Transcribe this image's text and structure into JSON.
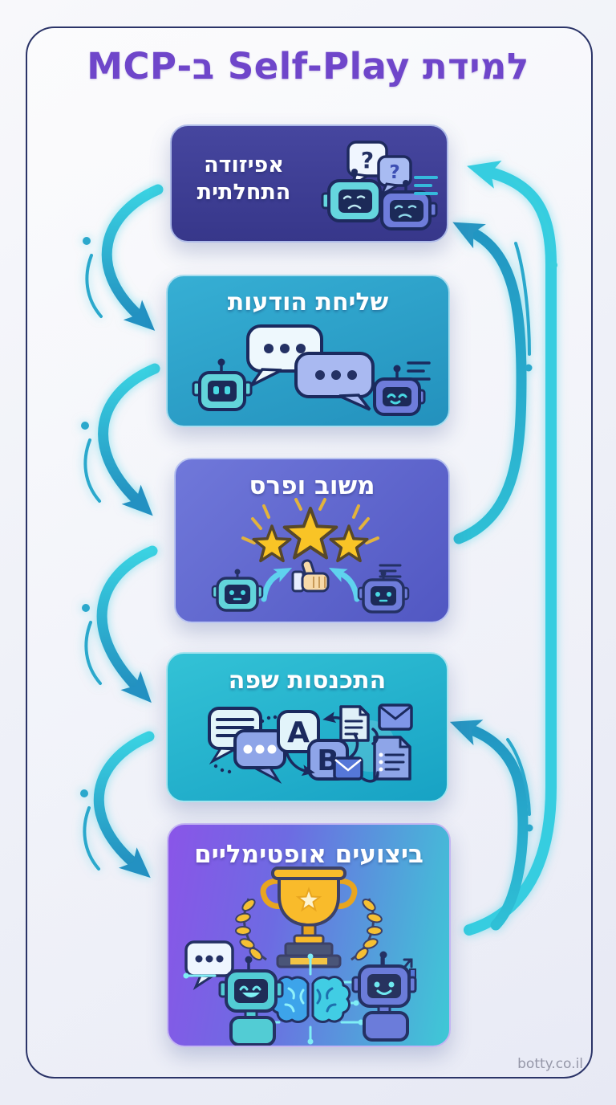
{
  "title": "למידת Self-Play ב-MCP",
  "watermark": "botty.co.il",
  "steps": [
    {
      "id": "initial-episode",
      "label": "אפיזודה התחלתית"
    },
    {
      "id": "send-messages",
      "label": "שליחת הודעות"
    },
    {
      "id": "feedback-reward",
      "label": "משוב ופרס"
    },
    {
      "id": "language-convergence",
      "label": "התכנסות שפה"
    },
    {
      "id": "optimal-performance",
      "label": "ביצועים אופטימליים"
    }
  ],
  "icons": {
    "question_mark": "?",
    "letter_a": "A",
    "letter_b": "B"
  },
  "colors": {
    "title_purple": "#6f46ca",
    "arrow_cyan_bright": "#36cde0",
    "arrow_teal_dark": "#2391c2",
    "frame_navy": "#2b3468",
    "box1_indigo": "#3c3c96",
    "box2_blue": "#2ba3cc",
    "box3_purple": "#5a60c8",
    "box4_teal": "#1fb0c8",
    "box5_gradient": "#8a55e8 → #3ec9d6",
    "star_gold": "#f9c426"
  }
}
